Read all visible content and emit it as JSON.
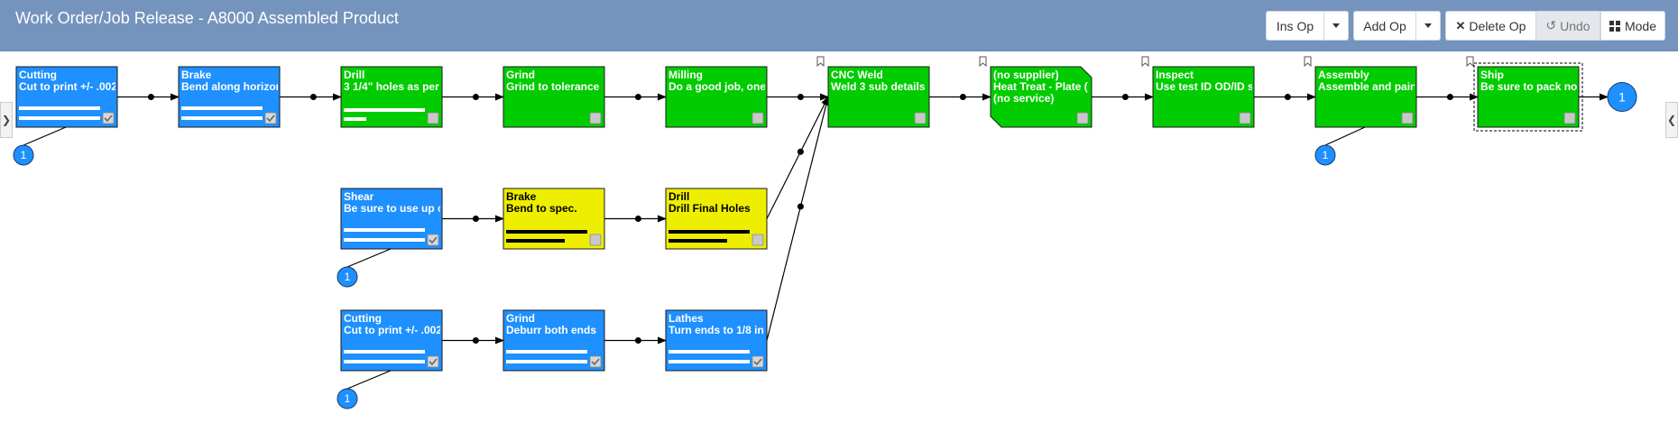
{
  "header": {
    "title": "Work Order/Job Release - A8000 Assembled Product"
  },
  "toolbar": {
    "ins_op_label": "Ins Op",
    "add_op_label": "Add Op",
    "delete_op_label": "Delete Op",
    "undo_label": "Undo",
    "mode_label": "Mode"
  },
  "operations": [
    {
      "name": "Cutting",
      "desc": "Cut to print +/- .002",
      "color": "#1e90ff",
      "checked": true
    },
    {
      "name": "Brake",
      "desc": "Bend along horizon",
      "color": "#1e90ff",
      "checked": true
    },
    {
      "name": "Drill",
      "desc": "3 1/4\" holes as per",
      "color": "#00cc00",
      "checked": false
    },
    {
      "name": "Grind",
      "desc": "Grind to tolerance",
      "color": "#00cc00",
      "checked": false
    },
    {
      "name": "Milling",
      "desc": "Do a good job, one",
      "color": "#00cc00",
      "checked": false
    },
    {
      "name": "CNC Weld",
      "desc": "Weld 3 sub details",
      "color": "#00cc00",
      "checked": false
    },
    {
      "name": "(no supplier)",
      "desc": "Heat Treat - Plate (",
      "desc2": "(no service)",
      "color": "#00cc00",
      "checked": false
    },
    {
      "name": "Inspect",
      "desc": "Use test ID OD/ID s",
      "color": "#00cc00",
      "checked": false
    },
    {
      "name": "Assembly",
      "desc": "Assemble and pain",
      "color": "#00cc00",
      "checked": false
    },
    {
      "name": "Ship",
      "desc": "Be sure to pack no",
      "color": "#00cc00",
      "checked": false
    },
    {
      "name": "Shear",
      "desc": "Be sure to use up o",
      "color": "#1e90ff",
      "checked": true
    },
    {
      "name": "Brake",
      "desc": "Bend to spec.",
      "color": "#eeee00",
      "checked": false
    },
    {
      "name": "Drill",
      "desc": "Drill Final Holes",
      "color": "#eeee00",
      "checked": false
    },
    {
      "name": "Cutting",
      "desc": "Cut to print +/- .002",
      "color": "#1e90ff",
      "checked": true
    },
    {
      "name": "Grind",
      "desc": "Deburr both ends",
      "color": "#1e90ff",
      "checked": true
    },
    {
      "name": "Lathes",
      "desc": "Turn ends to 1/8 in",
      "color": "#1e90ff",
      "checked": true
    }
  ],
  "material_badges": [
    {
      "label": "1"
    },
    {
      "label": "1"
    },
    {
      "label": "1"
    },
    {
      "label": "1"
    }
  ],
  "end_badge": {
    "label": "1"
  }
}
